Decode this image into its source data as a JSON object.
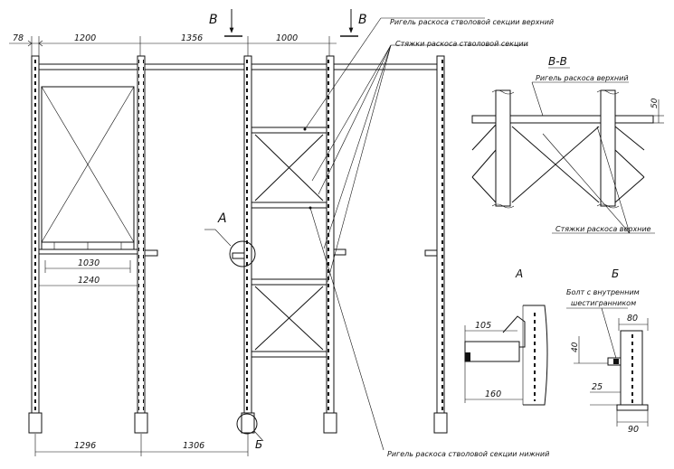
{
  "dimensions_top": [
    "78",
    "1200",
    "1356",
    "1000"
  ],
  "dimensions_bottom": [
    "1296",
    "1306"
  ],
  "dimensions_left_bay": [
    "1030",
    "1240"
  ],
  "section_markers": {
    "cut_1": "В",
    "cut_2": "В",
    "detail_a": "А",
    "detail_b": "Б"
  },
  "callouts": {
    "upper_beam": "Ригель раскоса стволовой секции верхний",
    "ties": "Стяжки раскоса стволовой секции",
    "lower_beam": "Ригель раскоса стволовой секции нижний"
  },
  "view_vv": {
    "title": "В-В",
    "beam_label": "Ригель раскоса верхний",
    "ties_label": "Стяжки раскоса верхние",
    "dim_50": "50"
  },
  "view_a": {
    "title": "А",
    "dim_105": "105",
    "dim_160": "160"
  },
  "view_b": {
    "title": "Б",
    "bolt_line1": "Болт с внутренним",
    "bolt_line2": "шестигранником",
    "dim_80": "80",
    "dim_40": "40",
    "dim_25": "25",
    "dim_90": "90"
  }
}
